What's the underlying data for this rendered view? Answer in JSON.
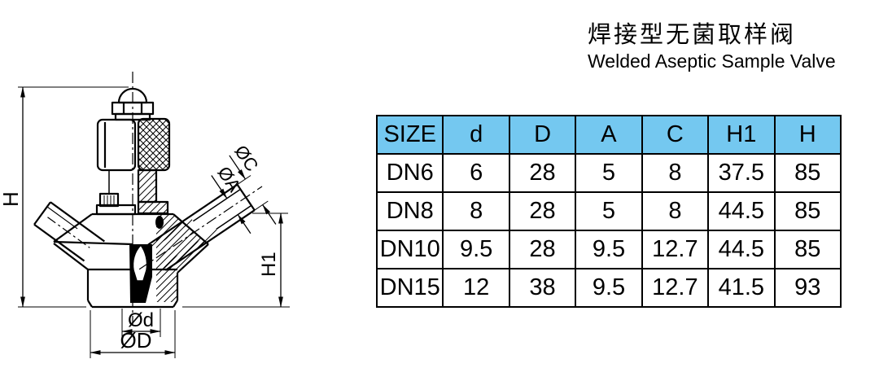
{
  "title": {
    "zh": "焊接型无菌取样阀",
    "en": "Welded Aseptic Sample Valve"
  },
  "drawing": {
    "description": "Cross-section technical drawing of welded aseptic sample valve with two angled weld pipes",
    "dimension_labels": {
      "height": "H",
      "height1": "H1",
      "pipe_outer_dia": "ØC",
      "pipe_inner_dia": "ØA",
      "bore_dia": "Ød",
      "body_dia": "ØD"
    }
  },
  "spec_table": {
    "columns": [
      "SIZE",
      "d",
      "D",
      "A",
      "C",
      "H1",
      "H"
    ],
    "rows": [
      [
        "DN6",
        "6",
        "28",
        "5",
        "8",
        "37.5",
        "85"
      ],
      [
        "DN8",
        "8",
        "28",
        "5",
        "8",
        "44.5",
        "85"
      ],
      [
        "DN10",
        "9.5",
        "28",
        "9.5",
        "12.7",
        "44.5",
        "85"
      ],
      [
        "DN15",
        "12",
        "38",
        "9.5",
        "12.7",
        "41.5",
        "93"
      ]
    ],
    "header_bg_color": "#74C8F0",
    "line_color": "#000000"
  }
}
